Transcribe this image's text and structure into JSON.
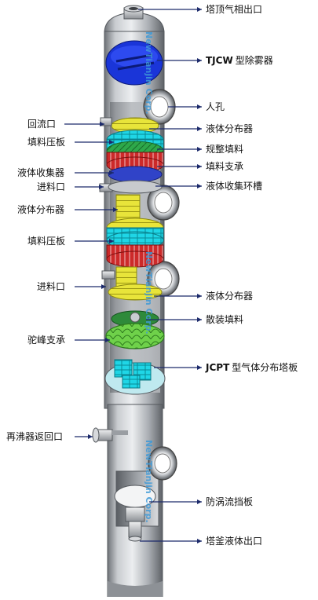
{
  "watermark": "NewTianjin Corp.",
  "labels": {
    "top_vapor_outlet": "塔顶气相出口",
    "demister_code": "TJCW",
    "demister_rest": "型除雾器",
    "manhole": "人孔",
    "reflux_inlet": "回流口",
    "liquid_distributor_1": "液体分布器",
    "packing_hold_down_1": "填料压板",
    "structured_packing": "规整填料",
    "liquid_collector": "液体收集器",
    "packing_support": "填料支承",
    "feed_inlet_1": "进料口",
    "liquid_collecting_ring": "液体收集环槽",
    "liquid_distributor_2": "液体分布器",
    "packing_hold_down_2": "填料压板",
    "feed_inlet_2": "进料口",
    "liquid_distributor_3": "液体分布器",
    "random_packing": "散装填料",
    "hump_support": "驼峰支承",
    "gas_distributor_code": "JCPT",
    "gas_distributor_rest": "型气体分布塔板",
    "reboiler_return": "再沸器返回口",
    "vortex_breaker": "防涡流挡板",
    "bottom_liquid_outlet": "塔釜液体出口"
  },
  "colors": {
    "shell": "#b9bcc0",
    "shell_dark": "#6f7378",
    "demister": "#1a35d8",
    "distributor": "#e8e43a",
    "packing_cyan": "#1fd6e6",
    "packing_green": "#2ea84a",
    "packing_red": "#cc2a2a",
    "hump_support": "#6fd14a",
    "gas_distributor": "#1ed0e8",
    "leader": "#1c2a6b"
  }
}
